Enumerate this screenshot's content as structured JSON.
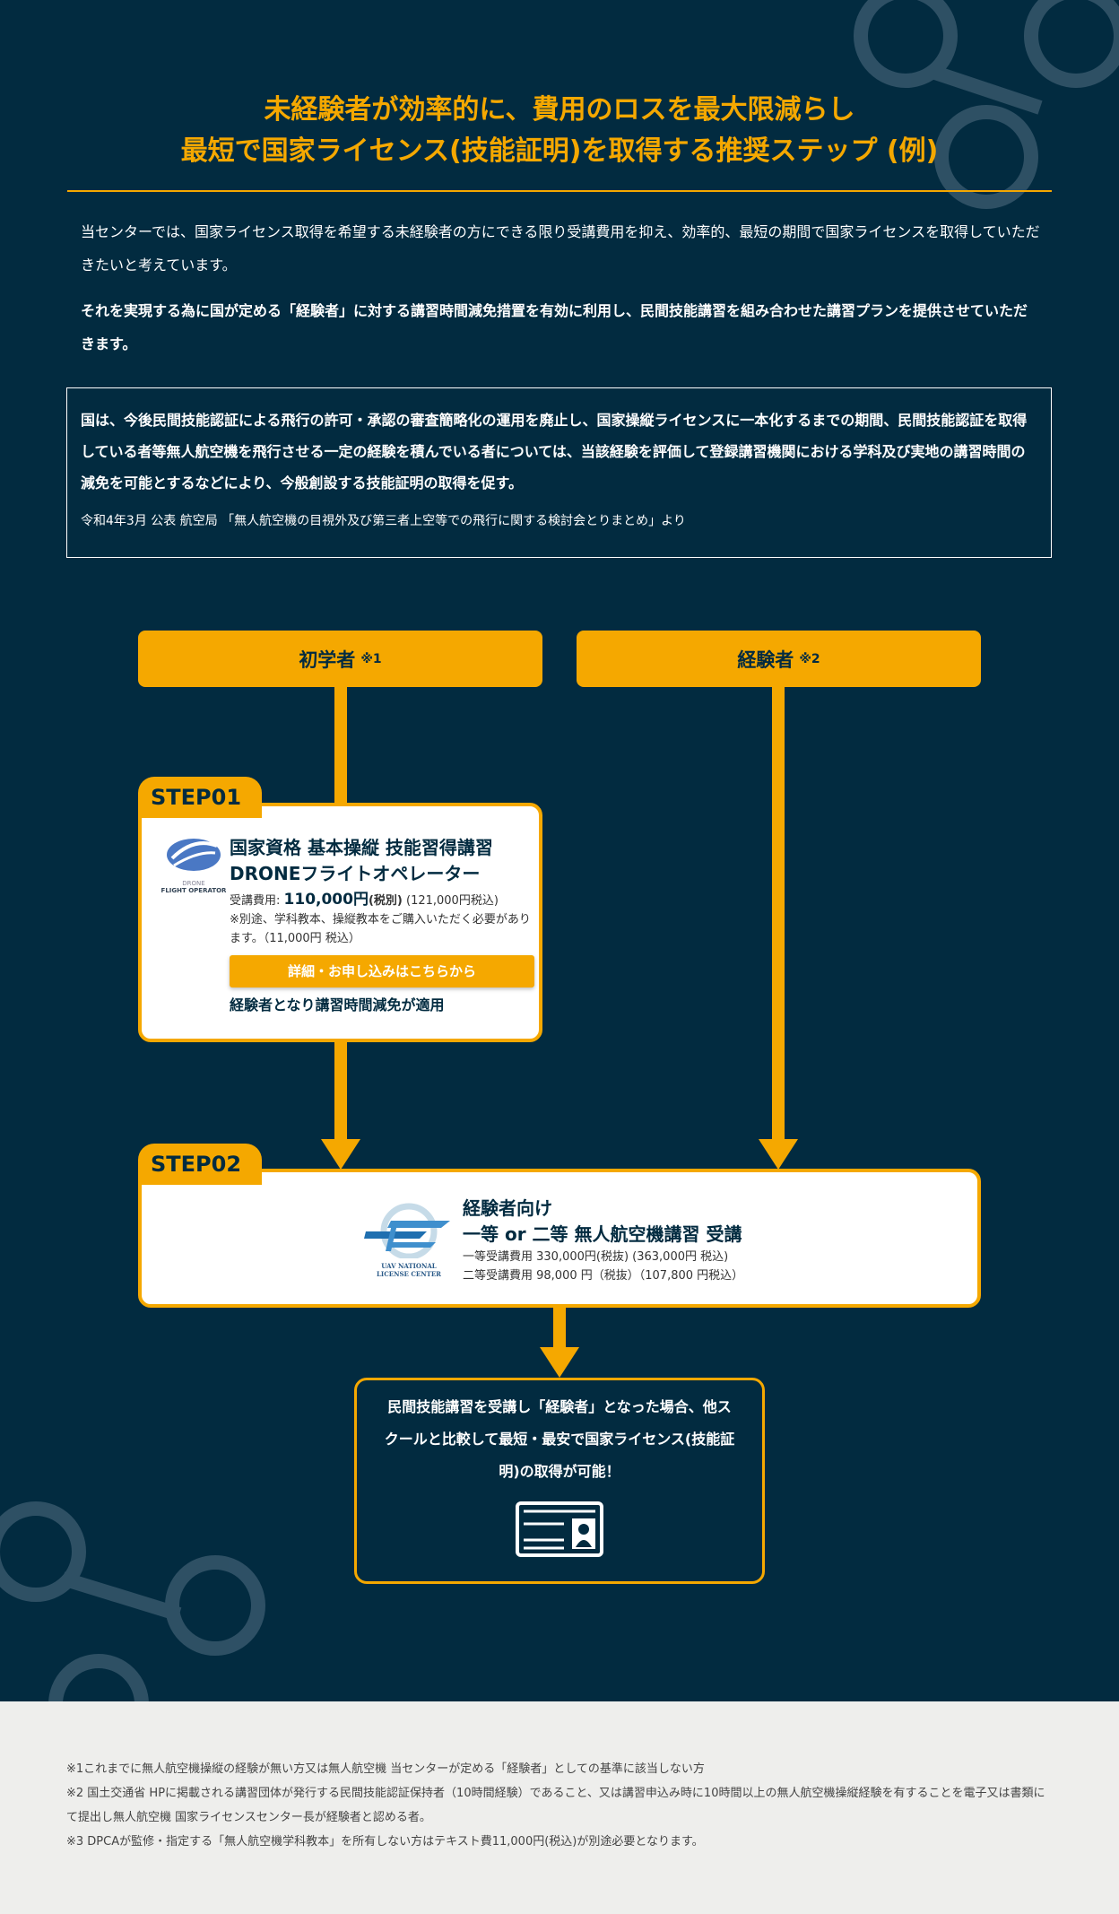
{
  "header": {
    "title_line1": "未経験者が効率的に、費用のロスを最大限減らし",
    "title_line2": "最短で国家ライセンス(技能証明)を取得する推奨ステップ (例)"
  },
  "intro": {
    "p1": "当センターでは、国家ライセンス取得を希望する未経験者の方にできる限り受講費用を抑え、効率的、最短の期間で国家ライセンスを取得していただきたいと考えています。",
    "p2": "それを実現する為に国が定める「経験者」に対する講習時間減免措置を有効に利用し、民間技能講習を組み合わせた講習プランを提供させていただきます。"
  },
  "quote": {
    "text": "国は、今後民間技能認証による飛行の許可・承認の審査簡略化の運用を廃止し、国家操縦ライセンスに一本化するまでの期間、民間技能認証を取得している者等無人航空機を飛行させる一定の経験を積んでいる者については、当該経験を評価して登録講習機関における学科及び実地の講習時間の減免を可能とするなどにより、今般創設する技能証明の取得を促す。",
    "source": "令和4年3月 公表 航空局 「無人航空機の目視外及び第三者上空等での飛行に関する検討会とりまとめ」より"
  },
  "categories": [
    {
      "label": "初学者",
      "note": "※1"
    },
    {
      "label": "経験者",
      "note": "※2"
    }
  ],
  "step1": {
    "tab": "STEP01",
    "logo_top": "DRONE",
    "logo_bottom": "FLIGHT OPERATOR",
    "title1": "国家資格 基本操縦 技能習得講習",
    "title2": "DRONEフライトオペレーター",
    "fee_label": "受講費用:",
    "fee": "110,000円",
    "fee_tax": "(税別)",
    "fee_incl": "(121,000円税込)",
    "note": "※別途、学科教本、操縦教本をご購入いただく必要があります。（11,000円 税込）",
    "button": "詳細・お申し込みはこちらから",
    "result": "経験者となり講習時間減免が適用"
  },
  "step2": {
    "tab": "STEP02",
    "logo_line1": "UAV NATIONAL",
    "logo_line2": "LICENSE CENTER",
    "title1": "経験者向け",
    "title2": "一等 or 二等 無人航空機講習 受講",
    "fee1": "一等受講費用 330,000円(税抜) (363,000円 税込)",
    "fee2": "二等受講費用 98,000 円（税抜）（107,800 円税込）"
  },
  "final": {
    "text": "民間技能講習を受講し「経験者」となった場合、他スクールと比較して最短・最安で国家ライセンス(技能証明)の取得が可能！",
    "icon": "id-card-icon"
  },
  "footnotes": [
    "※1これまでに無人航空機操縦の経験が無い方又は無人航空機 当センターが定める「経験者」としての基準に該当しない方",
    "※2 国土交通省 HPに掲載される講習団体が発行する民間技能認証保持者（10時間経験）であること、又は講習申込み時に10時間以上の無人航空機操縦経験を有することを電子又は書類にて提出し無人航空機 国家ライセンスセンター長が経験者と認める者。",
    "※3 DPCAが監修・指定する「無人航空機学科教本」を所有しない方はテキスト費11,000円(税込)が別途必要となります。"
  ],
  "colors": {
    "bg": "#022b40",
    "accent": "#f5a800"
  }
}
